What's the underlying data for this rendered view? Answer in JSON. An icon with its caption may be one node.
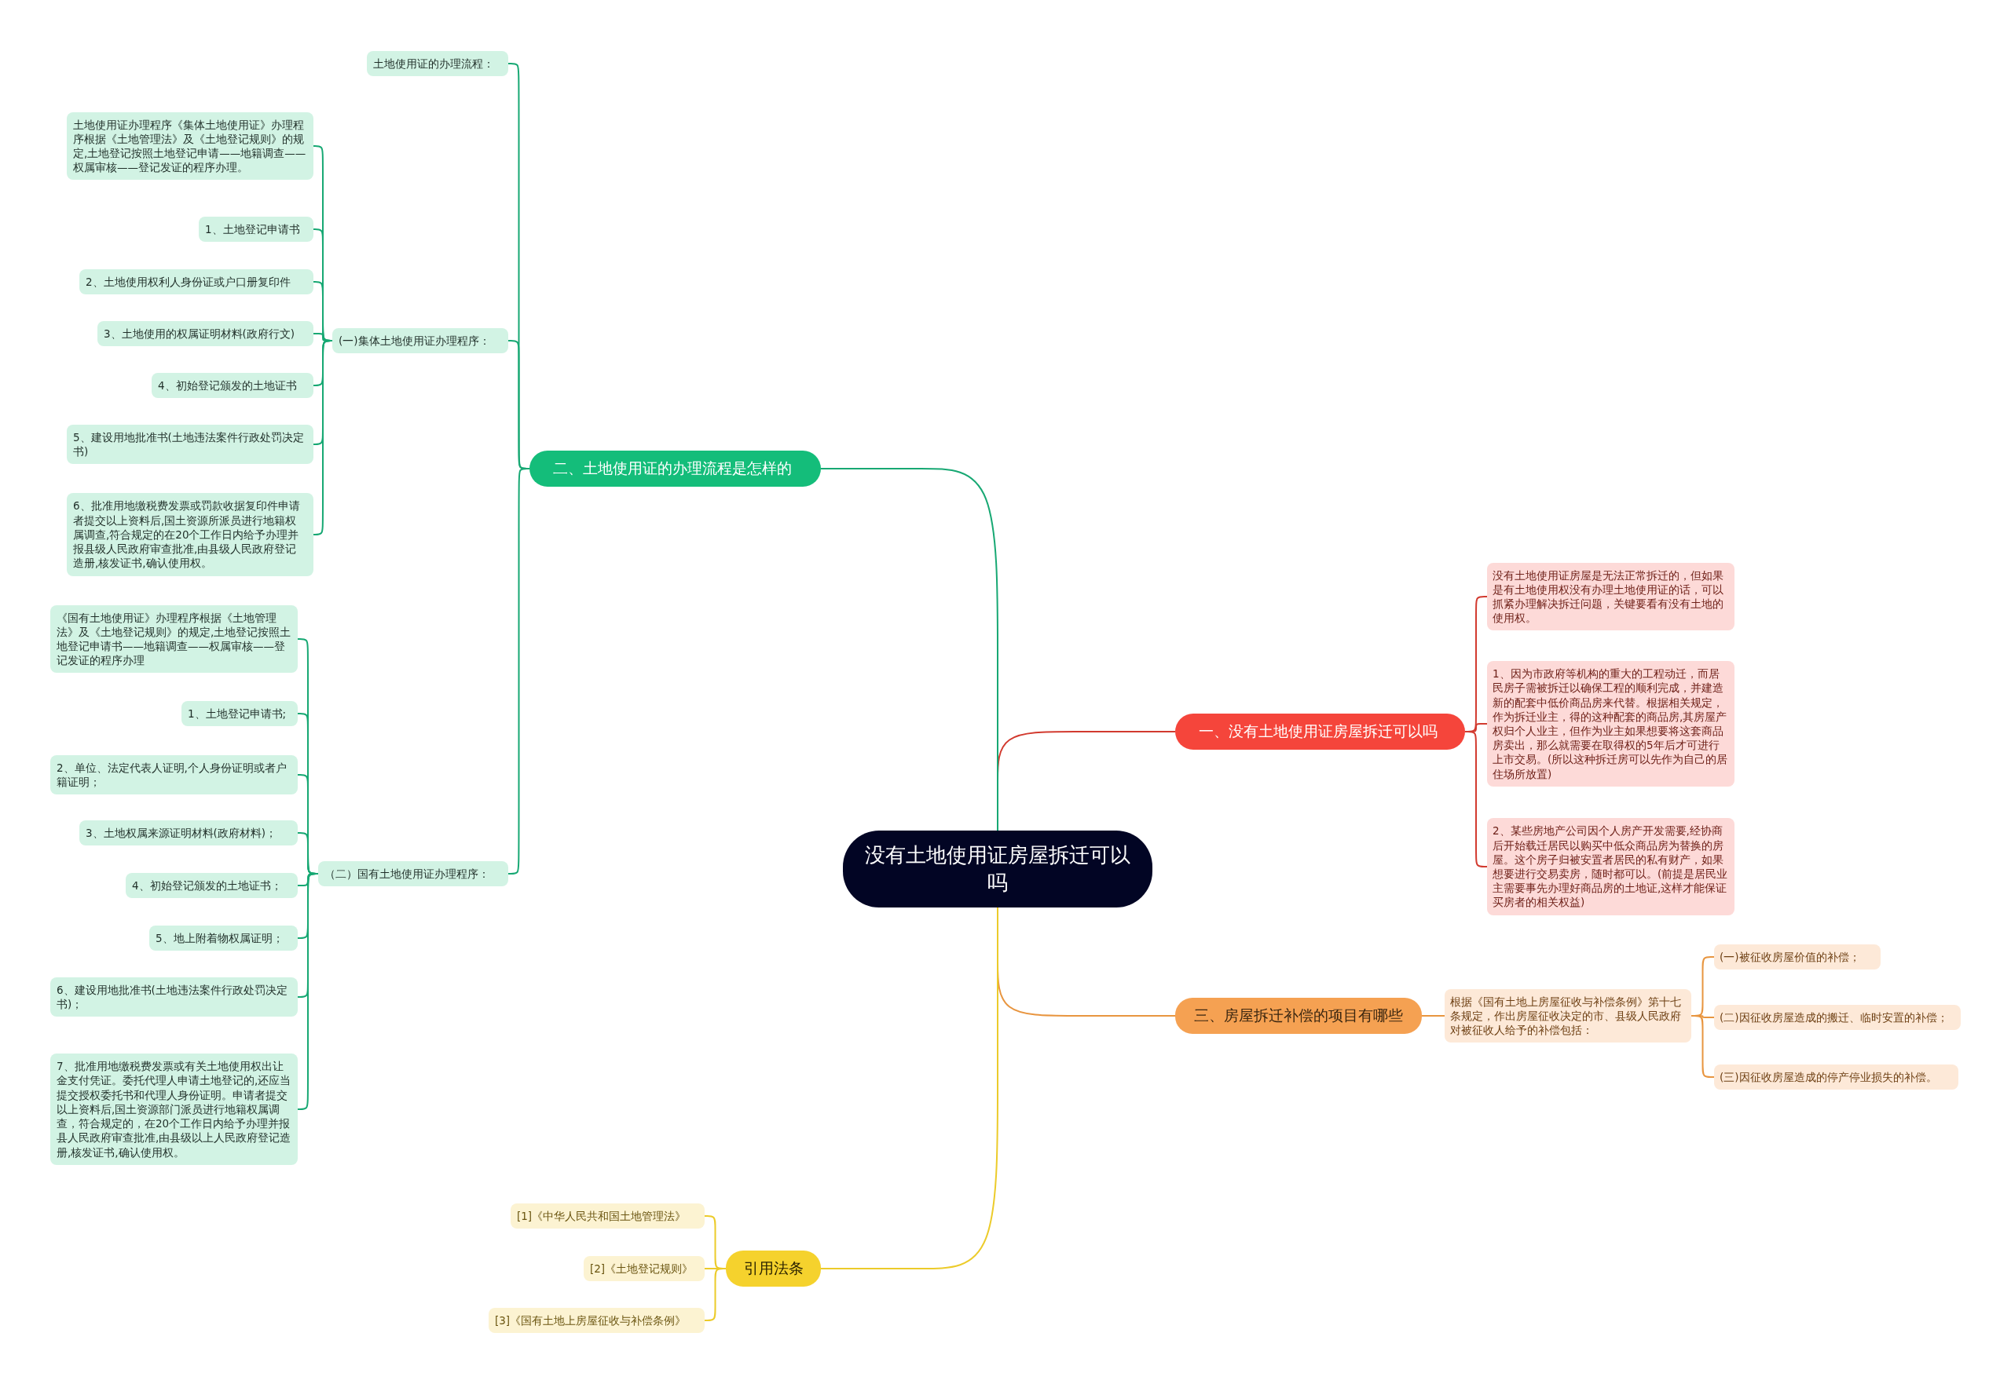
{
  "diagram": {
    "nodes": [
      {
        "text": [
          "没有土地使用证房屋拆迁可以吗"
        ]
      },
      {
        "text": [
          "一、没有土地使用证房屋拆迁可以吗"
        ]
      },
      {
        "text": [
          "没有土地使用证房屋是无法正常拆迁的，但如果是有土地使用权没有办理土地使用证的话，可以抓紧办理解决拆迁问题，关键要看有没有土地的使用权。"
        ]
      },
      {
        "text": [
          "1、因为市政府等机构的重大的工程动迁，而居民房子需被拆迁以确保工程的顺利完成，并建造新的配套中低价商品房来代替。根据相关规定，作为拆迁业主，得的这种配套的商品房,其房屋产权归个人业主，但作为业主如果想要将这套商品房卖出，那么就需要在取得权的5年后才可进行上市交易。(所以这种拆迁房可以先作为自己的居住场所放置)"
        ]
      },
      {
        "text": [
          "2、某些房地产公司因个人房产开发需要,经协商后开始载迁居民以购买中低众商品房为替换的房屋。这个房子归被安置者居民的私有财产，如果想要进行交易卖房，随时都可以。(前提是居民业主需要事先办理好商品房的土地证,这样才能保证买房者的相关权益)"
        ]
      },
      {
        "text": [
          "三、房屋拆迁补偿的项目有哪些"
        ]
      },
      {
        "text": [
          "根据《国有土地上房屋征收与补偿条例》第十七条规定，作出房屋征收决定的市、县级人民政府对被征收人给予的补偿包括："
        ]
      },
      {
        "text": [
          "(一)被征收房屋价值的补偿；"
        ]
      },
      {
        "text": [
          "(二)因征收房屋造成的搬迁、临时安置的补偿；"
        ]
      },
      {
        "text": [
          "(三)因征收房屋造成的停产停业损失的补偿。"
        ]
      },
      {
        "text": [
          "二、土地使用证的办理流程是怎样的"
        ]
      },
      {
        "text": [
          "土地使用证的办理流程："
        ]
      },
      {
        "text": [
          "(一)集体土地使用证办理程序："
        ]
      },
      {
        "text": [
          "土地使用证办理程序《集体土地使用证》办理程序根据《土地管理法》及《土地登记规则》的规定,土地登记按照土地登记申请——地籍调查——权属审核——登记发证的程序办理。"
        ]
      },
      {
        "text": [
          "1、土地登记申请书"
        ]
      },
      {
        "text": [
          "2、土地使用权利人身份证或户口册复印件"
        ]
      },
      {
        "text": [
          "3、土地使用的权属证明材料(政府行文)"
        ]
      },
      {
        "text": [
          "4、初始登记颁发的土地证书"
        ]
      },
      {
        "text": [
          "5、建设用地批准书(土地违法案件行政处罚决定书)"
        ]
      },
      {
        "text": [
          "6、批准用地缴税费发票或罚款收据复印件申请者提交以上资料后,国土资源所派员进行地籍权属调查,符合规定的在20个工作日内给予办理并报县级人民政府审查批准,由县级人民政府登记造册,核发证书,确认使用权。"
        ]
      },
      {
        "text": [
          "（二）国有土地使用证办理程序："
        ]
      },
      {
        "text": [
          "《国有土地使用证》办理程序根据《土地管理法》及《土地登记规则》的规定,土地登记按照土地登记申请书——地籍调查——权属审核——登记发证的程序办理"
        ]
      },
      {
        "text": [
          "1、土地登记申请书;"
        ]
      },
      {
        "text": [
          "2、单位、法定代表人证明,个人身份证明或者户籍证明；"
        ]
      },
      {
        "text": [
          "3、土地权属来源证明材料(政府材料)；"
        ]
      },
      {
        "text": [
          "4、初始登记颁发的土地证书；"
        ]
      },
      {
        "text": [
          "5、地上附着物权属证明；"
        ]
      },
      {
        "text": [
          "6、建设用地批准书(土地违法案件行政处罚决定书)；"
        ]
      },
      {
        "text": [
          "7、批准用地缴税费发票或有关土地使用权出让金支付凭证。委托代理人申请土地登记的,还应当提交授权委托书和代理人身份证明。申请者提交以上资料后,国土资源部门派员进行地籍权属调查，符合规定的，在20个工作日内给予办理并报县人民政府审查批准,由县级以上人民政府登记造册,核发证书,确认使用权。"
        ]
      },
      {
        "text": [
          "引用法条"
        ]
      },
      {
        "text": [
          "[1]《中华人民共和国土地管理法》"
        ]
      },
      {
        "text": [
          "[2]《土地登记规则》"
        ]
      },
      {
        "text": [
          "[3]《国有土地上房屋征收与补偿条例》"
        ]
      }
    ],
    "edges": [
      {
        "from": 0,
        "to": 1,
        "arrow": "none",
        "color": "#d23a2f"
      },
      {
        "from": 1,
        "to": 2,
        "arrow": "none",
        "color": "#d23a2f"
      },
      {
        "from": 1,
        "to": 3,
        "arrow": "none",
        "color": "#d23a2f"
      },
      {
        "from": 1,
        "to": 4,
        "arrow": "none",
        "color": "#d23a2f"
      },
      {
        "from": 0,
        "to": 5,
        "arrow": "none",
        "color": "#e8953f"
      },
      {
        "from": 5,
        "to": 6,
        "arrow": "none",
        "color": "#e8953f"
      },
      {
        "from": 6,
        "to": 7,
        "arrow": "none",
        "color": "#e8953f"
      },
      {
        "from": 6,
        "to": 8,
        "arrow": "none",
        "color": "#e8953f"
      },
      {
        "from": 6,
        "to": 9,
        "arrow": "none",
        "color": "#e8953f"
      },
      {
        "from": 0,
        "to": 10,
        "arrow": "none"
      },
      {
        "from": 10,
        "to": 11,
        "arrow": "none"
      },
      {
        "from": 10,
        "to": 12,
        "arrow": "none"
      },
      {
        "from": 12,
        "to": 13,
        "arrow": "none"
      },
      {
        "from": 12,
        "to": 14,
        "arrow": "none"
      },
      {
        "from": 12,
        "to": 15,
        "arrow": "none"
      },
      {
        "from": 12,
        "to": 16,
        "arrow": "none"
      },
      {
        "from": 12,
        "to": 17,
        "arrow": "none"
      },
      {
        "from": 12,
        "to": 18,
        "arrow": "none"
      },
      {
        "from": 12,
        "to": 19,
        "arrow": "none"
      },
      {
        "from": 10,
        "to": 20,
        "arrow": "none"
      },
      {
        "from": 20,
        "to": 21,
        "arrow": "none"
      },
      {
        "from": 20,
        "to": 22,
        "arrow": "none"
      },
      {
        "from": 20,
        "to": 23,
        "arrow": "none"
      },
      {
        "from": 20,
        "to": 24,
        "arrow": "none"
      },
      {
        "from": 20,
        "to": 25,
        "arrow": "none"
      },
      {
        "from": 20,
        "to": 26,
        "arrow": "none"
      },
      {
        "from": 20,
        "to": 27,
        "arrow": "none"
      },
      {
        "from": 20,
        "to": 28,
        "arrow": "none"
      },
      {
        "from": 0,
        "to": 29,
        "arrow": "none",
        "color": "#eccb2a"
      },
      {
        "from": 29,
        "to": 30,
        "arrow": "none",
        "color": "#eccb2a"
      },
      {
        "from": 29,
        "to": 31,
        "arrow": "none",
        "color": "#eccb2a"
      },
      {
        "from": 29,
        "to": 32,
        "arrow": "none",
        "color": "#eccb2a"
      }
    ]
  }
}
